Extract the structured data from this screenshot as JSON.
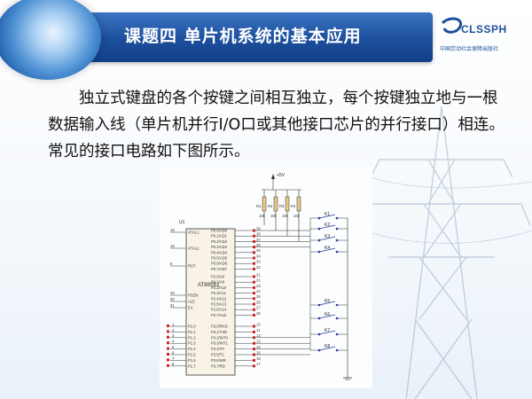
{
  "header": {
    "title": "课题四    单片机系统的基本应用",
    "logo_text": "CLSSPH",
    "logo_sub": "中国劳动社会保障出版社"
  },
  "body": {
    "paragraph": "独立式键盘的各个按键之间相互独立，每个按键独立地与一根数据输入线（单片机并行I/O口或其他接口芯片的并行接口）相连。常见的接口电路如下图所示。"
  },
  "circuit": {
    "chip_label": "U1",
    "chip_name": "AT89S51",
    "vcc": "+5V",
    "resistors": [
      "R1",
      "R2",
      "R3",
      "R4"
    ],
    "resistor_values": [
      "10k",
      "10k",
      "10k",
      "10k"
    ],
    "keys": [
      "K1",
      "K2",
      "K3",
      "K4",
      "K5",
      "K6",
      "K7",
      "K8"
    ],
    "left_pins": [
      {
        "num": "19",
        "name": "XTAL1"
      },
      {
        "num": "18",
        "name": "XTAL2"
      },
      {
        "num": "9",
        "name": "RST"
      },
      {
        "num": "29",
        "name": "PSEN"
      },
      {
        "num": "30",
        "name": "ALE"
      },
      {
        "num": "31",
        "name": "EA"
      }
    ],
    "p1_pins": [
      {
        "num": "1",
        "name": "P1.0"
      },
      {
        "num": "2",
        "name": "P1.1"
      },
      {
        "num": "3",
        "name": "P1.2"
      },
      {
        "num": "4",
        "name": "P1.3"
      },
      {
        "num": "5",
        "name": "P1.4"
      },
      {
        "num": "6",
        "name": "P1.5"
      },
      {
        "num": "7",
        "name": "P1.6"
      },
      {
        "num": "8",
        "name": "P1.7"
      }
    ],
    "p0_pins": [
      {
        "num": "39",
        "name": "P0.0/AD0"
      },
      {
        "num": "38",
        "name": "P0.1/AD1"
      },
      {
        "num": "37",
        "name": "P0.2/AD2"
      },
      {
        "num": "36",
        "name": "P0.3/AD3"
      },
      {
        "num": "35",
        "name": "P0.4/AD4"
      },
      {
        "num": "34",
        "name": "P0.5/AD5"
      },
      {
        "num": "33",
        "name": "P0.6/AD6"
      },
      {
        "num": "32",
        "name": "P0.7/AD7"
      }
    ],
    "p2_pins": [
      {
        "num": "21",
        "name": "P2.0/A8"
      },
      {
        "num": "22",
        "name": "P2.1/A9"
      },
      {
        "num": "23",
        "name": "P2.2/A10"
      },
      {
        "num": "24",
        "name": "P2.3/A11"
      },
      {
        "num": "25",
        "name": "P2.4/A12"
      },
      {
        "num": "26",
        "name": "P2.5/A13"
      },
      {
        "num": "27",
        "name": "P2.6/A14"
      },
      {
        "num": "28",
        "name": "P2.7/A15"
      }
    ],
    "p3_pins": [
      {
        "num": "10",
        "name": "P3.0/RXD"
      },
      {
        "num": "11",
        "name": "P3.1/TXD"
      },
      {
        "num": "12",
        "name": "P3.2/INT0"
      },
      {
        "num": "13",
        "name": "P3.3/INT1"
      },
      {
        "num": "14",
        "name": "P3.4/T0"
      },
      {
        "num": "15",
        "name": "P3.5/T1"
      },
      {
        "num": "16",
        "name": "P3.6/WR"
      },
      {
        "num": "17",
        "name": "P3.7/RD"
      }
    ]
  },
  "colors": {
    "header_blue": "#1c4f9c",
    "wire": "#333333",
    "pin_red": "#cc2222",
    "key_blue": "#1f3fa0"
  }
}
